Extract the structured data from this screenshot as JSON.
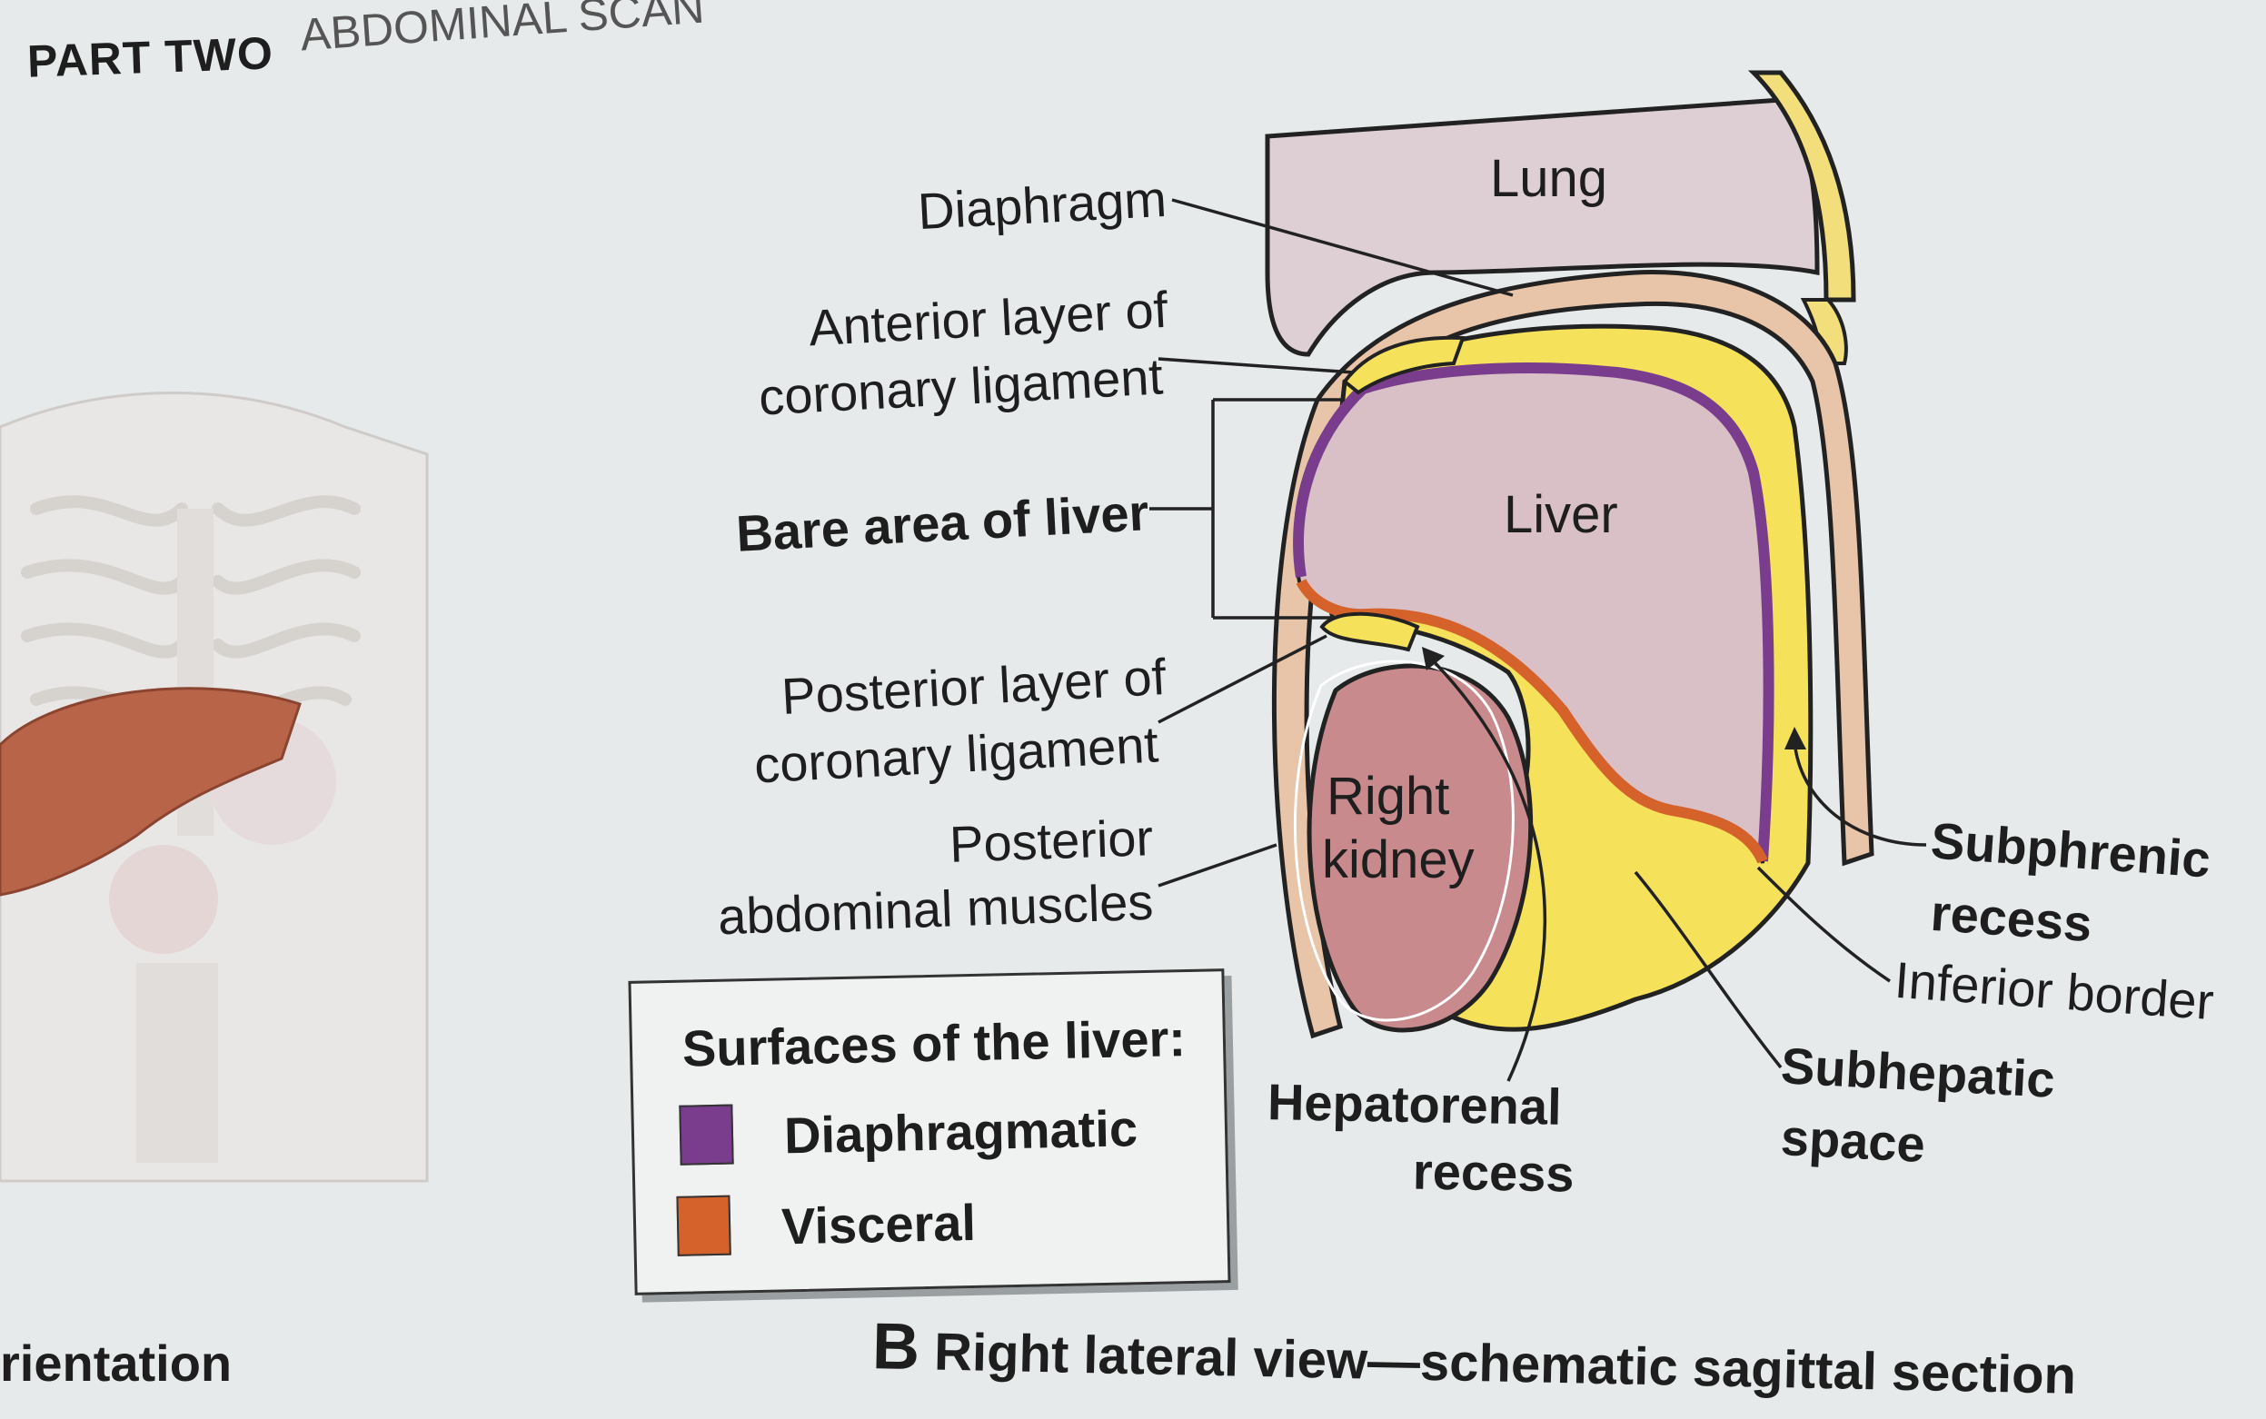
{
  "header": {
    "part": "PART TWO",
    "section": "ABDOMINAL SCAN"
  },
  "labels": {
    "lung": "Lung",
    "liver": "Liver",
    "kidney_line1": "Right",
    "kidney_line2": "kidney",
    "diaphragm": "Diaphragm",
    "anterior_coronary_1": "Anterior layer of",
    "anterior_coronary_2": "coronary ligament",
    "bare_area": "Bare area of liver",
    "posterior_coronary_1": "Posterior layer of",
    "posterior_coronary_2": "coronary ligament",
    "posterior_muscles_1": "Posterior",
    "posterior_muscles_2": "abdominal muscles",
    "subphrenic_1": "Subphrenic",
    "subphrenic_2": "recess",
    "inferior_border": "Inferior border",
    "subhepatic_1": "Subhepatic",
    "subhepatic_2": "space",
    "hepatorenal_1": "Hepatorenal",
    "hepatorenal_2": "recess"
  },
  "legend": {
    "title": "Surfaces of the liver:",
    "items": [
      {
        "label": "Diaphragmatic",
        "color": "#7a3d8e"
      },
      {
        "label": "Visceral",
        "color": "#d4622a"
      }
    ]
  },
  "caption": {
    "letter": "B",
    "text": "Right lateral view—schematic sagittal section"
  },
  "orientation_label": "rientation",
  "colors": {
    "peritoneal_space": "#f5e15a",
    "liver": "#d9c0c7",
    "lung": "#ddcfd4",
    "kidney": "#c98a8e",
    "diaphragm_wall": "#e8c4a8",
    "diaphragmatic_surface": "#7a3d8e",
    "visceral_surface": "#d4622a"
  }
}
